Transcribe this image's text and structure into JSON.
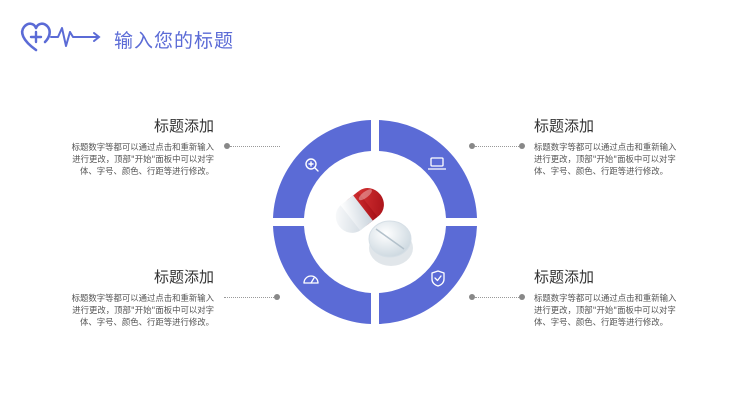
{
  "header": {
    "title": "输入您的标题",
    "accent_color": "#5b6bd6"
  },
  "blocks": [
    {
      "position": "top-left",
      "heading": "标题添加",
      "body": "标题数字等都可以通过点击和重新输入进行更改，顶部\"开始\"面板中可以对字体、字号、颜色、行距等进行修改。",
      "icon": "search-icon"
    },
    {
      "position": "top-right",
      "heading": "标题添加",
      "body": "标题数字等都可以通过点击和重新输入进行更改，顶部\"开始\"面板中可以对字体、字号、颜色、行距等进行修改。",
      "icon": "laptop-icon"
    },
    {
      "position": "bottom-left",
      "heading": "标题添加",
      "body": "标题数字等都可以通过点击和重新输入进行更改，顶部\"开始\"面板中可以对字体、字号、颜色、行距等进行修改。",
      "icon": "speedometer-icon"
    },
    {
      "position": "bottom-right",
      "heading": "标题添加",
      "body": "标题数字等都可以通过点击和重新输入进行更改，顶部\"开始\"面板中可以对字体、字号、颜色、行距等进行修改。",
      "icon": "shield-check-icon"
    }
  ],
  "center_image": "pill-capsule-illustration",
  "ring_color": "#5b6bd6"
}
